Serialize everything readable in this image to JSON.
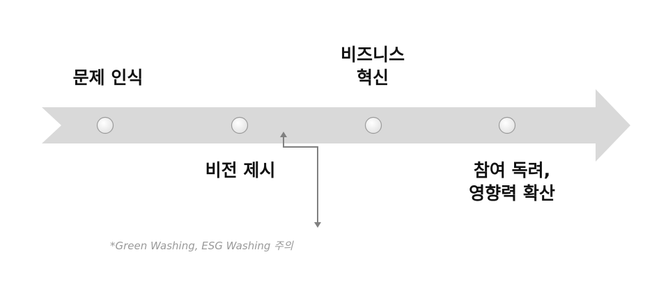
{
  "diagram": {
    "stages": [
      {
        "id": "problem",
        "lines": [
          "문제 인식"
        ]
      },
      {
        "id": "vision",
        "lines": [
          "비전 제시"
        ]
      },
      {
        "id": "innovation",
        "lines": [
          "비즈니스",
          "혁신"
        ]
      },
      {
        "id": "participation",
        "lines": [
          "참여 독려,",
          "영향력 확산"
        ]
      }
    ],
    "footnote": "*Green Washing, ESG Washing 주의",
    "colors": {
      "arrow": "#d9d9d9",
      "node_fill": "#f7f7f7",
      "node_stroke": "#9a9a9a",
      "connector": "#808080",
      "label_text": "#111111",
      "footnote_text": "#9a9a9a"
    }
  }
}
